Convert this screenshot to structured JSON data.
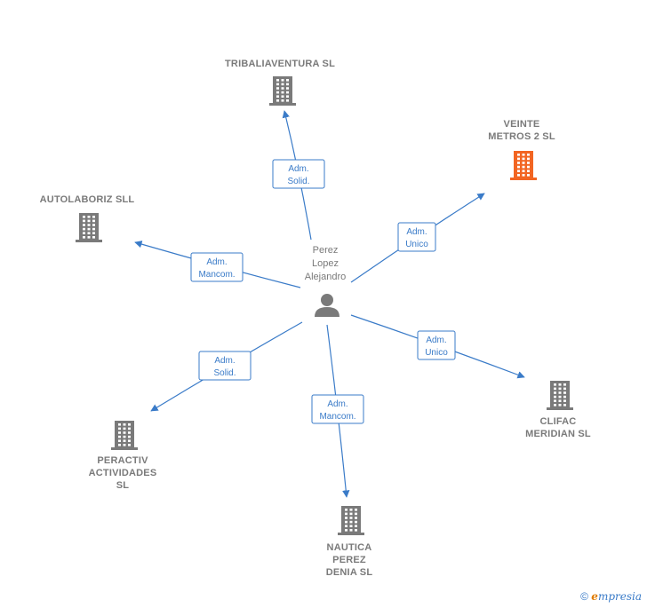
{
  "center": {
    "label_lines": [
      "Perez",
      "Lopez",
      "Alejandro"
    ],
    "icon": "person-icon"
  },
  "nodes": [
    {
      "id": "tribaliaventura",
      "label_lines": [
        "TRIBALIAVENTURA SL"
      ],
      "highlight": false,
      "color": "#7a7a7a",
      "role_lines": [
        "Adm.",
        "Solid."
      ]
    },
    {
      "id": "veinte-metros",
      "label_lines": [
        "VEINTE",
        "METROS 2  SL"
      ],
      "highlight": true,
      "color": "#f26522",
      "role_lines": [
        "Adm.",
        "Unico"
      ]
    },
    {
      "id": "autolaboriz",
      "label_lines": [
        "AUTOLABORIZ SLL"
      ],
      "highlight": false,
      "color": "#7a7a7a",
      "role_lines": [
        "Adm.",
        "Mancom."
      ]
    },
    {
      "id": "clifac",
      "label_lines": [
        "CLIFAC",
        "MERIDIAN  SL"
      ],
      "highlight": false,
      "color": "#7a7a7a",
      "role_lines": [
        "Adm.",
        "Unico"
      ]
    },
    {
      "id": "peractiv",
      "label_lines": [
        "PERACTIV",
        "ACTIVIDADES",
        "SL"
      ],
      "highlight": false,
      "color": "#7a7a7a",
      "role_lines": [
        "Adm.",
        "Solid."
      ]
    },
    {
      "id": "nautica",
      "label_lines": [
        "NAUTICA",
        "PEREZ",
        "DENIA  SL"
      ],
      "highlight": false,
      "color": "#7a7a7a",
      "role_lines": [
        "Adm.",
        "Mancom."
      ]
    }
  ],
  "colors": {
    "edge": "#3a7bc8",
    "building": "#7a7a7a",
    "highlight": "#f26522",
    "person": "#7a7a7a"
  },
  "footer": {
    "copyright_symbol": "©",
    "brand_first": "e",
    "brand_rest": "mpresia"
  }
}
